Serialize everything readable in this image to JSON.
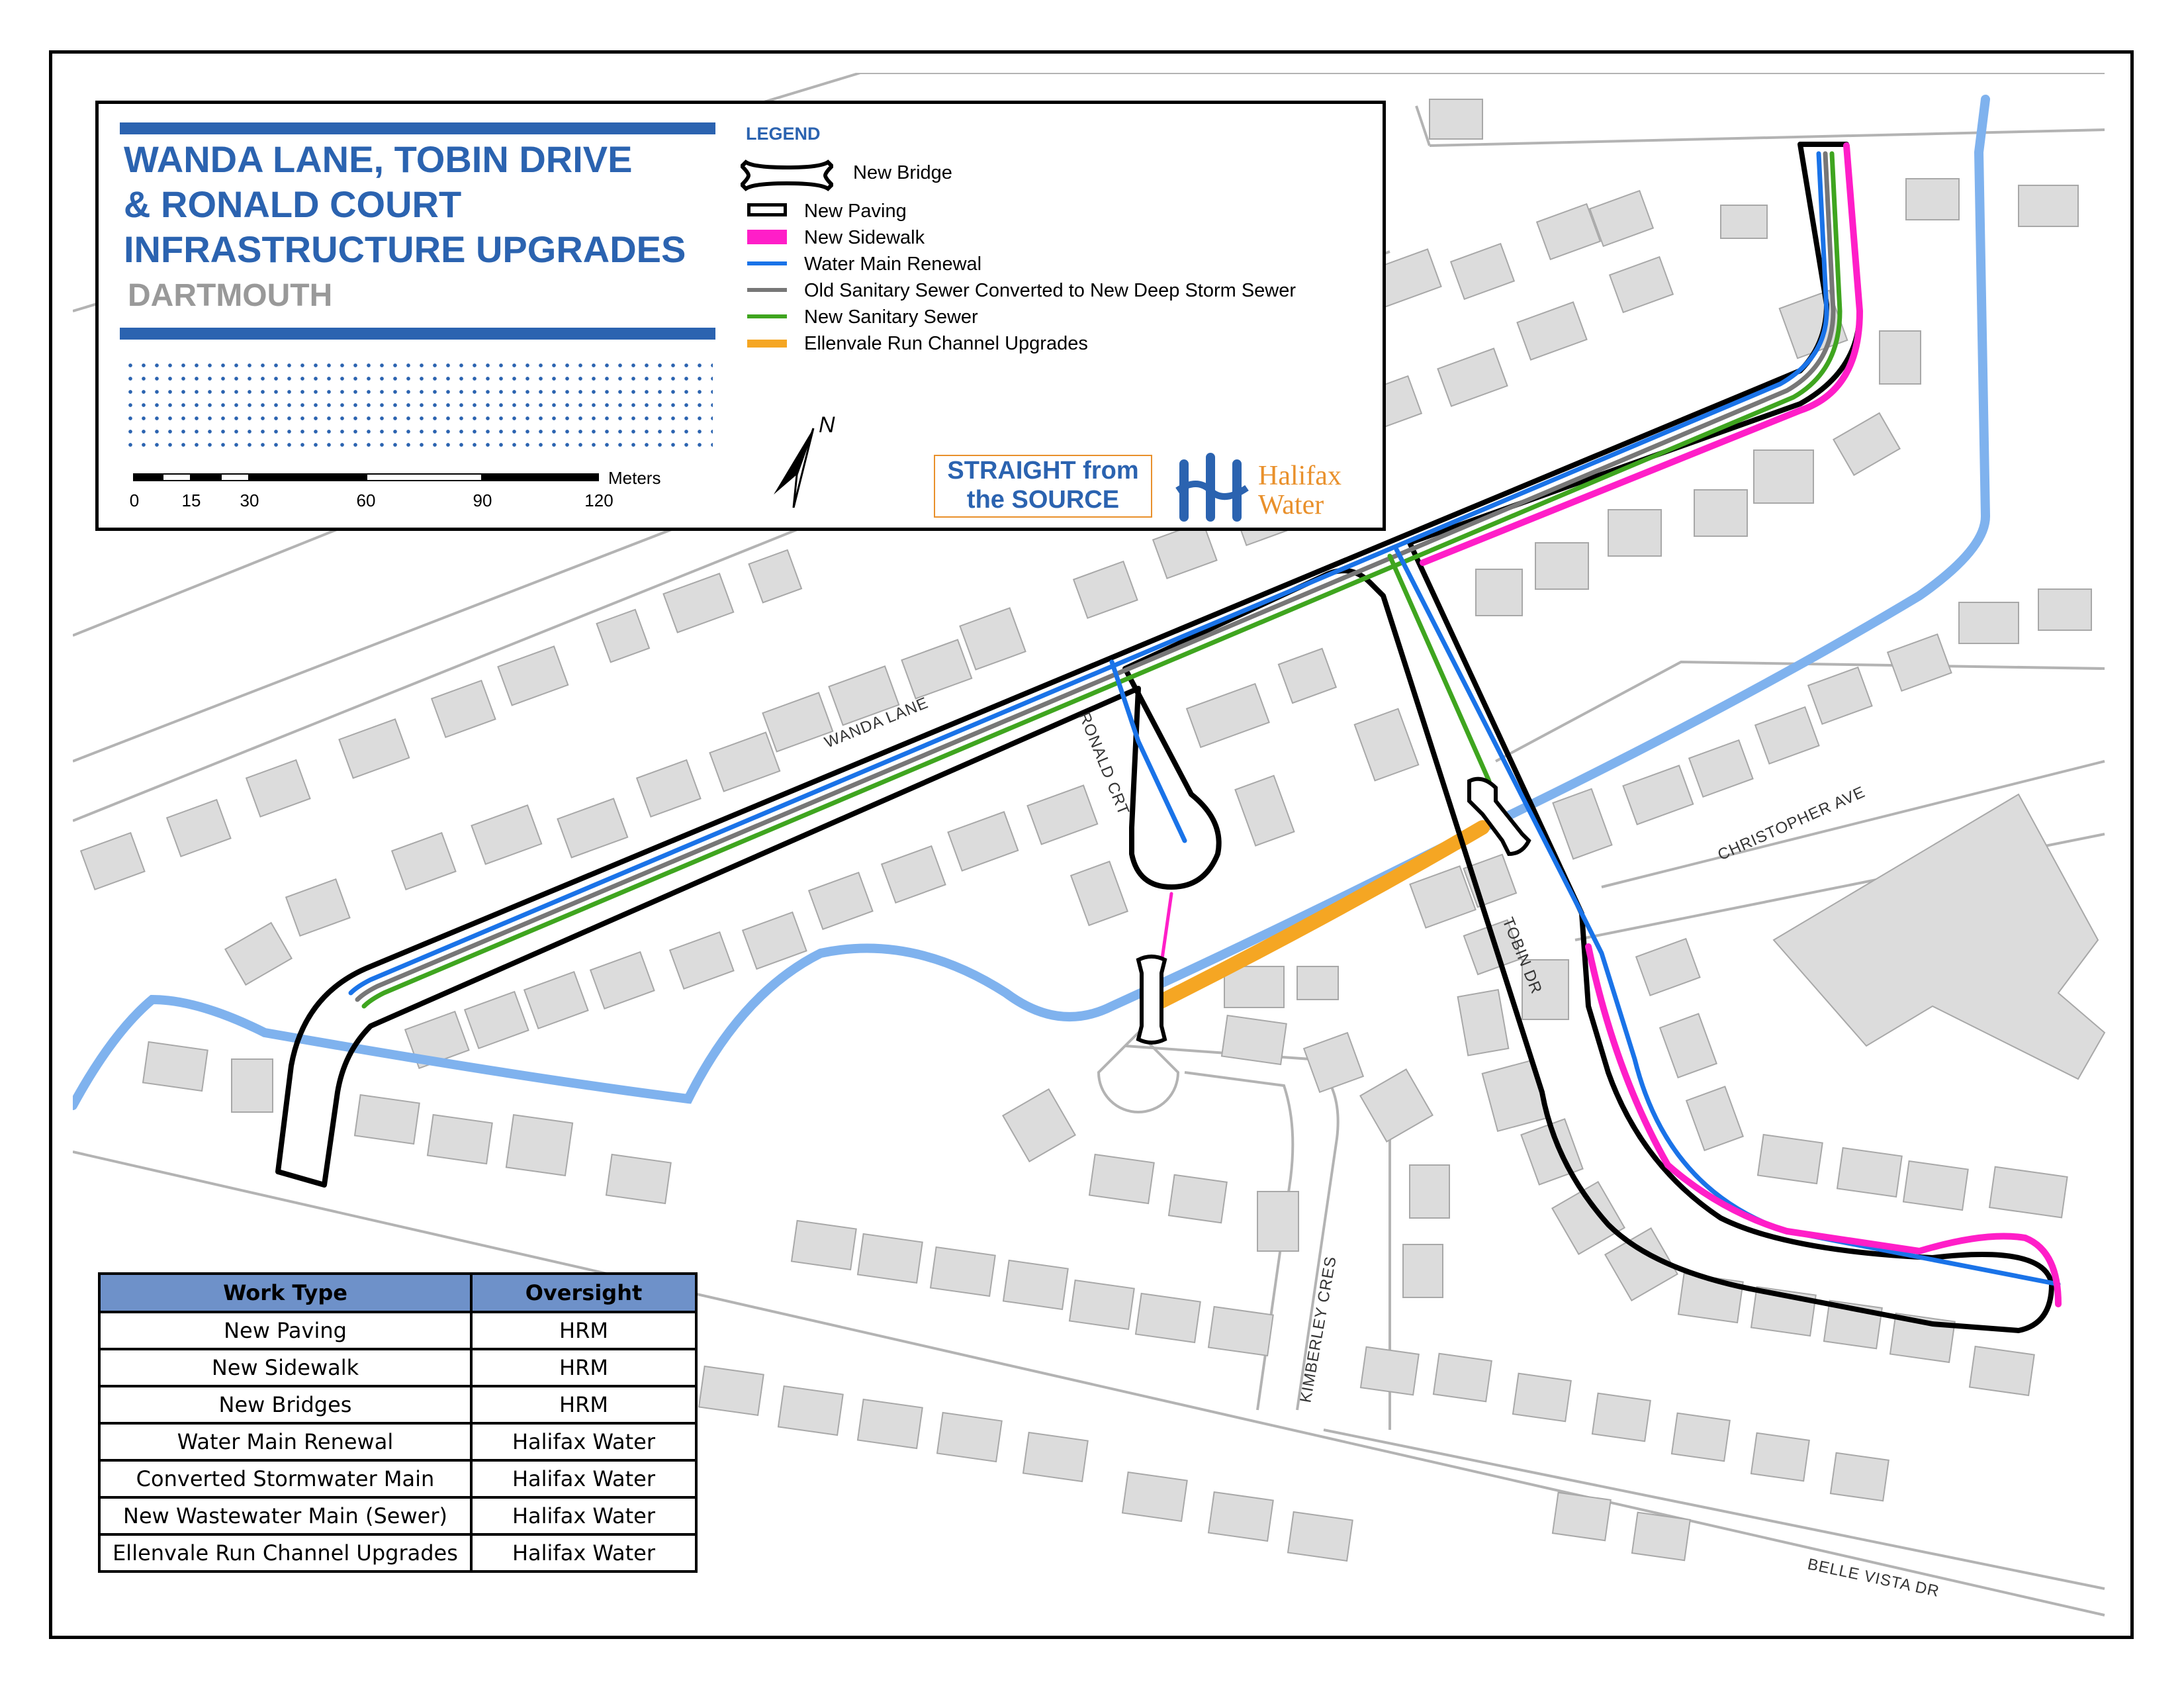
{
  "map_title": {
    "lines": [
      "WANDA LANE, TOBIN DRIVE",
      "& RONALD COURT",
      "INFRASTRUCTURE UPGRADES"
    ],
    "subtitle": "DARTMOUTH"
  },
  "legend": {
    "title": "LEGEND",
    "items": [
      {
        "label": "New Bridge",
        "symbol": "bridge-icon",
        "color": "#000000"
      },
      {
        "label": "New Paving",
        "symbol": "paving-outline",
        "color": "#000000"
      },
      {
        "label": "New Sidewalk",
        "symbol": "line",
        "color": "#ff1ec8"
      },
      {
        "label": "Water Main Renewal",
        "symbol": "line",
        "color": "#1a73e8"
      },
      {
        "label": "Old Sanitary Sewer Converted to New Deep Storm Sewer",
        "symbol": "line",
        "color": "#777777"
      },
      {
        "label": "New Sanitary Sewer",
        "symbol": "line",
        "color": "#3fa51f"
      },
      {
        "label": "Ellenvale Run Channel Upgrades",
        "symbol": "line",
        "color": "#f5a623"
      }
    ]
  },
  "scale_bar": {
    "unit": "Meters",
    "ticks": [
      "0",
      "15",
      "30",
      "60",
      "90",
      "120"
    ]
  },
  "north_arrow": {
    "label": "N",
    "icon": "north-arrow-icon"
  },
  "logos": {
    "straight_from_source": [
      "STRAIGHT from",
      "the SOURCE"
    ],
    "halifax_water": [
      "Halifax",
      "Water"
    ]
  },
  "street_labels": {
    "wanda": "WANDA LANE",
    "ronald": "RONALD CRT",
    "christopher": "CHRISTOPHER AVE",
    "tobin": "TOBIN DR",
    "kimberley": "KIMBERLEY CRES",
    "belle_vista": "BELLE VISTA DR"
  },
  "work_table": {
    "headers": [
      "Work Type",
      "Oversight"
    ],
    "rows": [
      [
        "New Paving",
        "HRM"
      ],
      [
        "New Sidewalk",
        "HRM"
      ],
      [
        "New Bridges",
        "HRM"
      ],
      [
        "Water Main Renewal",
        "Halifax Water"
      ],
      [
        "Converted Stormwater Main",
        "Halifax Water"
      ],
      [
        "New Wastewater Main (Sewer)",
        "Halifax Water"
      ],
      [
        "Ellenvale Run Channel Upgrades",
        "Halifax Water"
      ]
    ]
  },
  "colors": {
    "stream": "#7fb2ee",
    "building": "#dcdcdc",
    "road_edge": "#b3b3b3",
    "title_blue": "#2b63b0",
    "accent_orange": "#e9902b"
  }
}
